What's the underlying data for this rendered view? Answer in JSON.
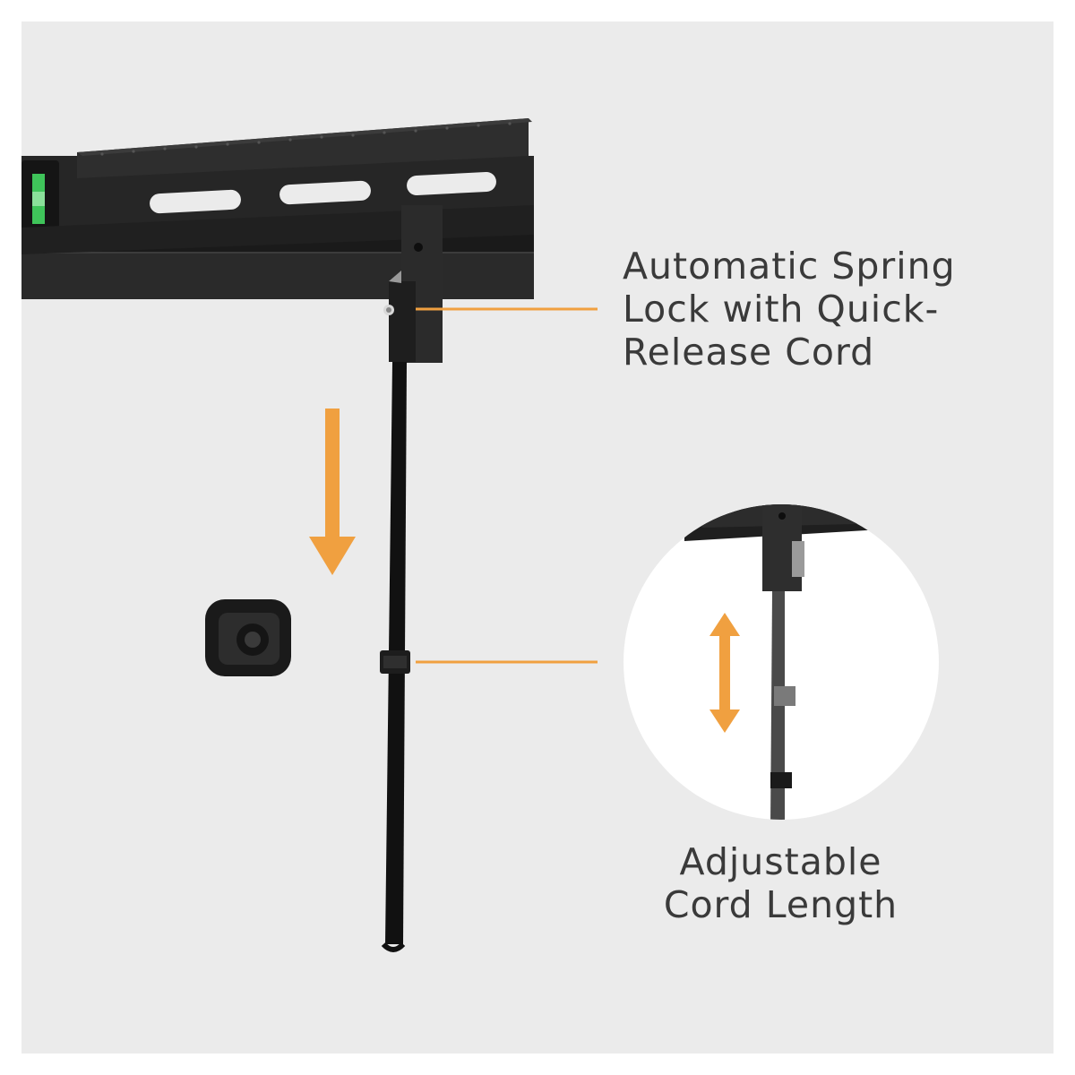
{
  "callouts": {
    "spring_lock": {
      "lines": [
        "Automatic Spring",
        "Lock with Quick-",
        "Release Cord"
      ]
    },
    "cord_length": {
      "lines": [
        "Adjustable",
        "Cord Length"
      ]
    }
  },
  "colors": {
    "background": "#ebebeb",
    "accent_orange": "#f0a040",
    "bracket_black": "#222222",
    "text": "#3a3a3a",
    "level_green": "#3fc45a"
  },
  "icons": {
    "motion_arrow": "arrow-down-icon",
    "adjust_arrow": "arrow-up-down-icon"
  }
}
